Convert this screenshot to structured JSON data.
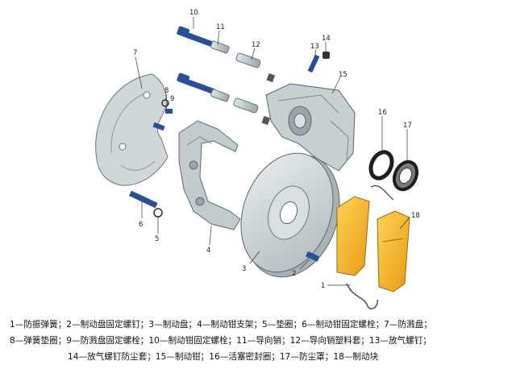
{
  "callouts": {
    "n1": "1",
    "n2": "2",
    "n3": "3",
    "n4": "4",
    "n5": "5",
    "n6": "6",
    "n7": "7",
    "n8": "8",
    "n9": "9",
    "n10": "10",
    "n11": "11",
    "n12": "12",
    "n13": "13",
    "n14": "14",
    "n15": "15",
    "n16": "16",
    "n17": "17",
    "n18": "18"
  },
  "legend": {
    "line1": "1—防振弹簧；2—制动盘固定螺钉；3—制动盘；4—制动钳支架；5—垫圈；6—制动钳固定螺栓；7—防溅盘；",
    "line2": "8—弹簧垫圈；9—防溅盘固定螺栓；10—制动钳固定螺栓；11—导向销；12—导向销塑料套；13—放气螺钉；",
    "line3": "14—放气螺钉防尘套；15—制动钳；16—活塞密封圈；17—防尘罩；18—制动块"
  },
  "colors": {
    "part_gray": "#c9d2d4",
    "part_dark": "#8e9a9e",
    "bolt_blue": "#2a4f9a",
    "pad_yellow": "#f5b21f",
    "seal_black": "#1e1e1e"
  }
}
